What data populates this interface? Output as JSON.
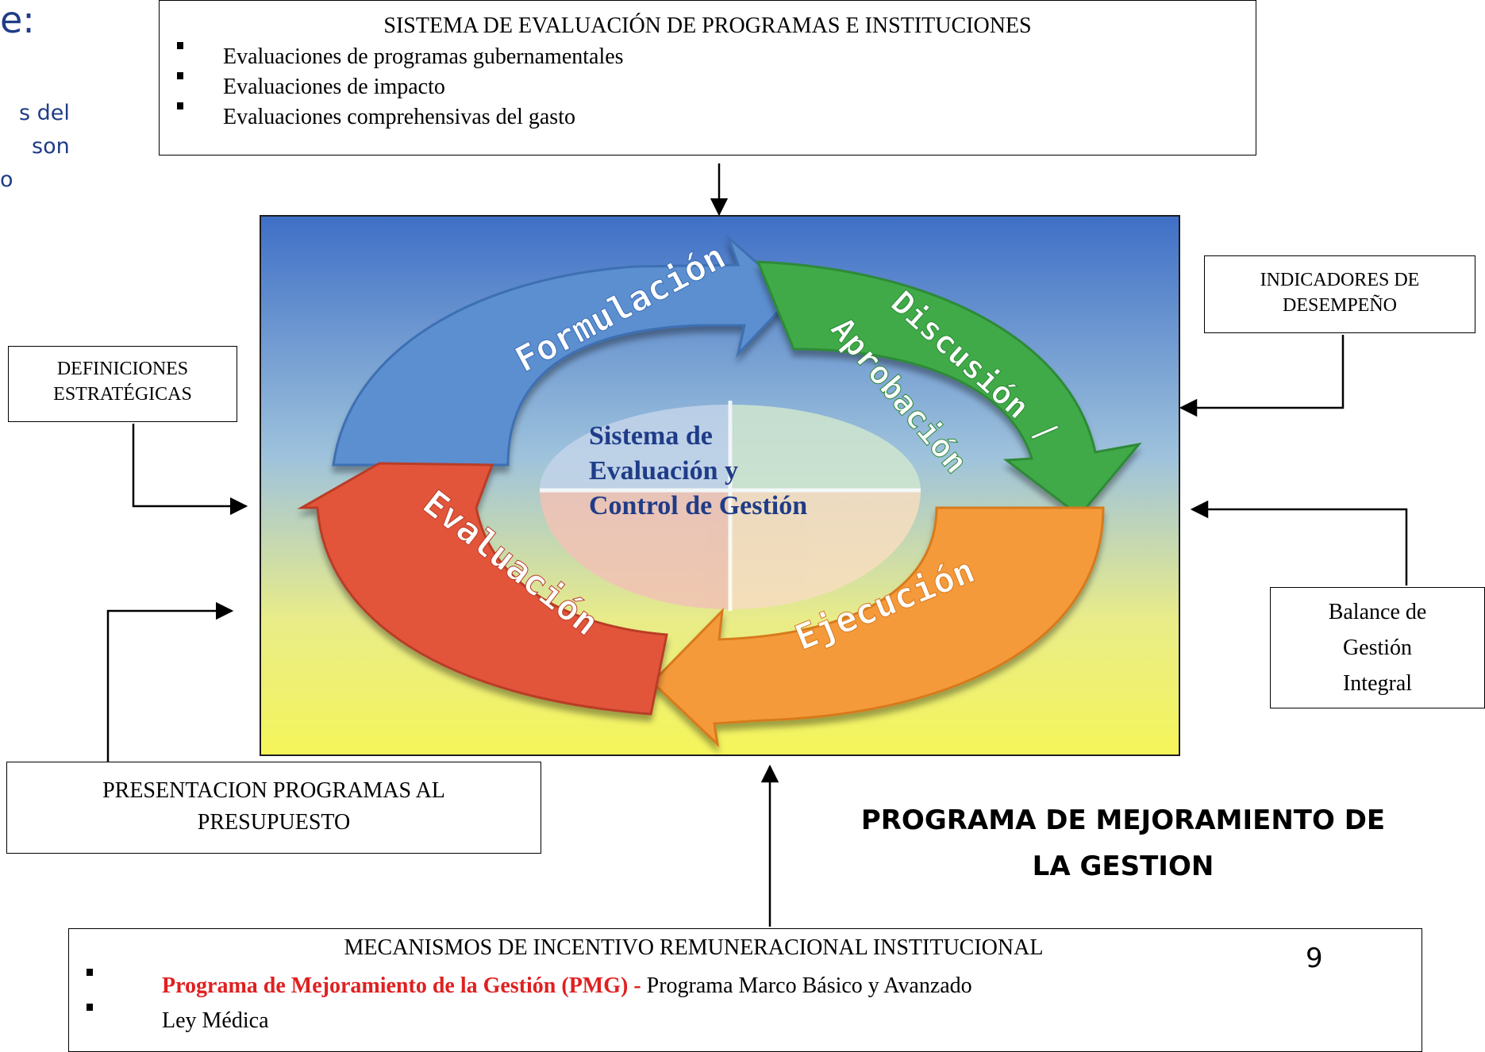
{
  "slide_partial": {
    "title_fragment": "e:",
    "text_lines": [
      "s del",
      "son",
      "o"
    ]
  },
  "top_box": {
    "title": "SISTEMA DE EVALUACIÓN DE PROGRAMAS E INSTITUCIONES",
    "items": [
      "Evaluaciones de programas gubernamentales",
      "Evaluaciones de impacto",
      "Evaluaciones comprehensivas del gasto"
    ]
  },
  "left_box": {
    "line1": "DEFINICIONES",
    "line2": "ESTRATÉGICAS"
  },
  "right_top_box": {
    "line1": "INDICADORES DE",
    "line2": "DESEMPEÑO"
  },
  "right_bottom_box": {
    "line1": "Balance de",
    "line2": "Gestión",
    "line3": "Integral"
  },
  "bottom_left_box": {
    "line1": "PRESENTACION PROGRAMAS AL",
    "line2": "PRESUPUESTO"
  },
  "pmg_label": {
    "line1": "PROGRAMA DE MEJORAMIENTO DE",
    "line2": "LA GESTION"
  },
  "bottom_box": {
    "title": "MECANISMOS DE INCENTIVO REMUNERACIONAL INSTITUCIONAL",
    "item1_highlight": "Programa de Mejoramiento de la Gestión (PMG) - ",
    "item1_rest": "Programa Marco Básico y Avanzado",
    "item2": "Ley Médica"
  },
  "page_number": "9",
  "cycle": {
    "center_line1": "Sistema de",
    "center_line2": "Evaluación y",
    "center_line3": "Control de Gestión",
    "formulacion": "Formulación",
    "discusion": "Discusión /",
    "aprobacion": "Aprobación",
    "ejecucion": "Ejecución",
    "evaluacion": "Evaluación"
  },
  "colors": {
    "formulacion": "#5b8fd0",
    "discusion": "#3faa48",
    "ejecucion": "#f59a3a",
    "evaluacion": "#e2553b",
    "title_blue": "#1f3c88",
    "highlight_red": "#e02020"
  }
}
